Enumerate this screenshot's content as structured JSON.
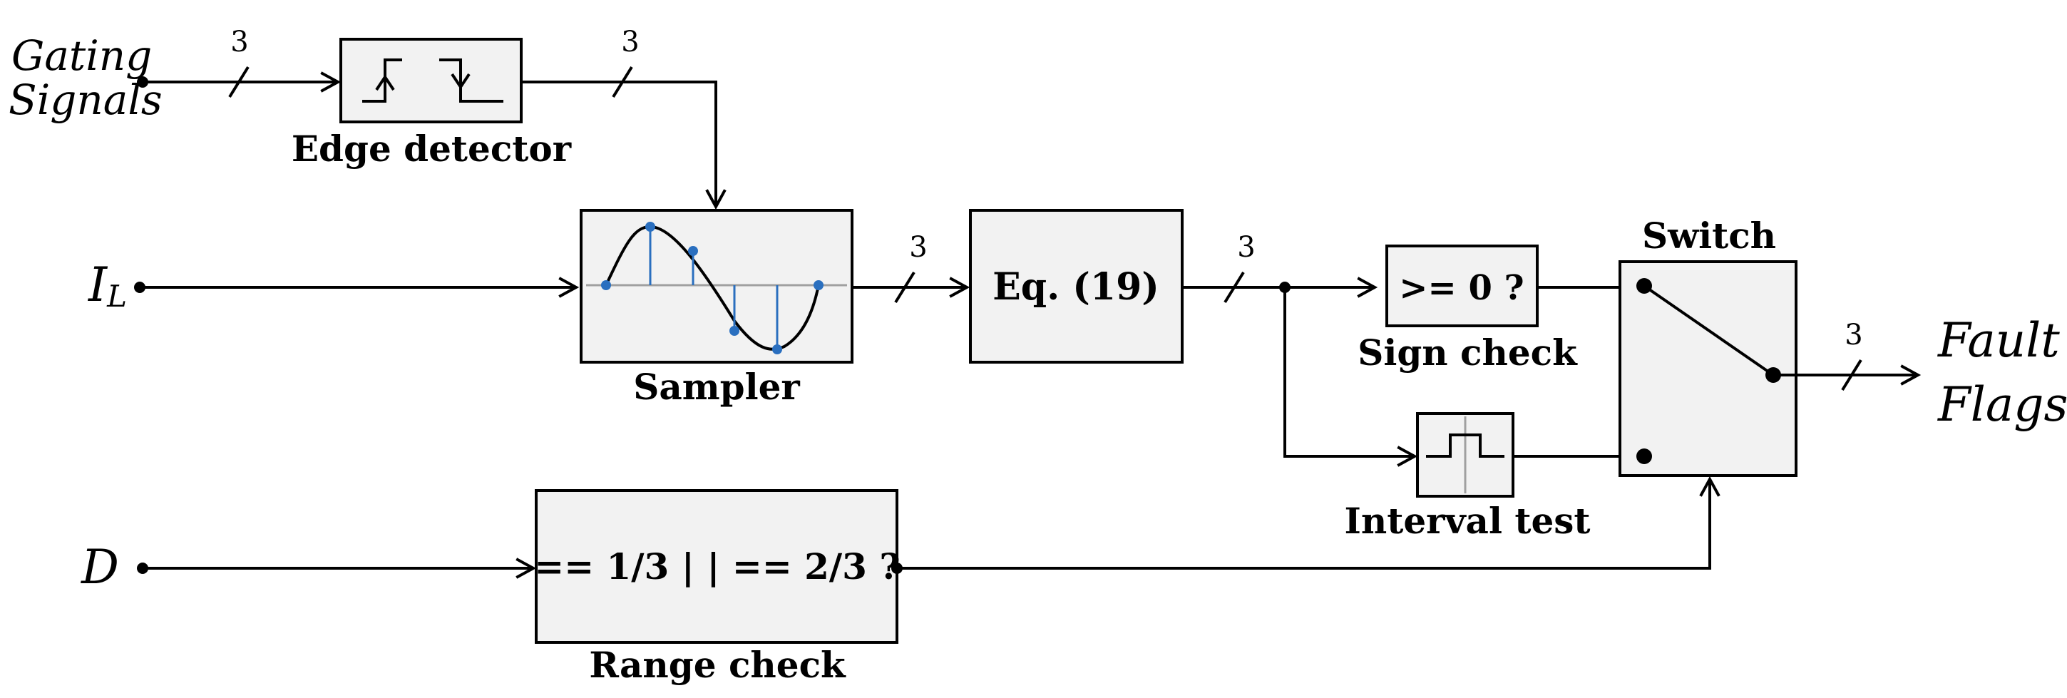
{
  "inputs": {
    "gating_line1": "Gating",
    "gating_line2": "Signals",
    "current_main": "I",
    "current_sub": "L",
    "duty": "D"
  },
  "blocks": {
    "edge_detector": "Edge detector",
    "sampler": "Sampler",
    "equation": "Eq. (19)",
    "sign_test": ">= 0 ?",
    "sign_check": "Sign check",
    "interval_test": "Interval test",
    "switch": "Switch",
    "range_test": "== 1/3 | | == 2/3 ?",
    "range_check": "Range check"
  },
  "bus_width": "3",
  "output": {
    "line1": "Fault",
    "line2": "Flags"
  }
}
